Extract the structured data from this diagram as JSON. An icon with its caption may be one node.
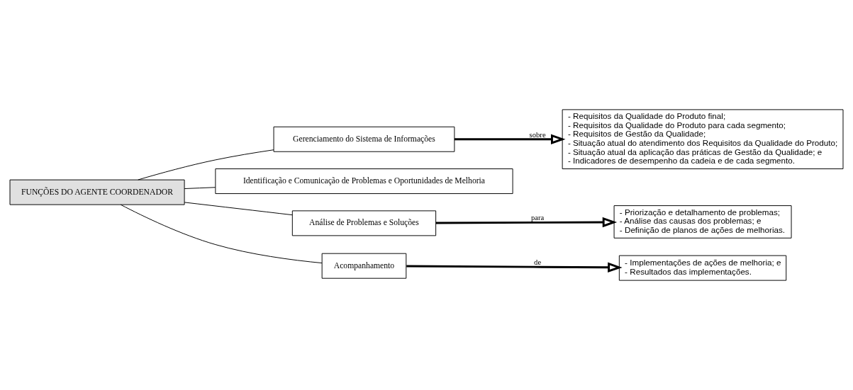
{
  "diagram": {
    "nodes": [
      {
        "text": [
          "FUNÇÕES DO AGENTE COORDENADOR"
        ]
      },
      {
        "text": [
          "Gerenciamento do Sistema de Informações"
        ]
      },
      {
        "text": [
          "- Requisitos da Qualidade do Produto final;",
          "- Requisitos da Qualidade do Produto para cada segmento;",
          "- Requisitos de Gestão da Qualidade;",
          "- Situação atual do atendimento dos Requisitos da Qualidade do Produto;",
          "- Situação atual da aplicação das práticas de Gestão da Qualidade; e",
          "- Indicadores de desempenho da cadeia e de cada segmento."
        ]
      },
      {
        "text": [
          "Identificação e Comunicação de Problemas e Oportunidades de Melhoria"
        ]
      },
      {
        "text": [
          "Análise de Problemas e Soluções"
        ]
      },
      {
        "text": [
          "- Priorização e detalhamento de problemas;",
          "- Análise das causas dos problemas; e",
          "- Definição de planos de ações de melhorias."
        ]
      },
      {
        "text": [
          "Acompanhamento"
        ]
      },
      {
        "text": [
          "- Implementações de ações de melhoria; e",
          "- Resultados das implementações."
        ]
      }
    ],
    "edges": [
      {
        "from": 0,
        "to": 1,
        "arrow": "none"
      },
      {
        "from": 0,
        "to": 3,
        "arrow": "none"
      },
      {
        "from": 0,
        "to": 4,
        "arrow": "none"
      },
      {
        "from": 0,
        "to": 6,
        "arrow": "none"
      },
      {
        "from": 1,
        "to": 2,
        "arrow": "to",
        "label": "sobre",
        "style": "thick"
      },
      {
        "from": 4,
        "to": 5,
        "arrow": "to",
        "label": "para",
        "style": "thick"
      },
      {
        "from": 6,
        "to": 7,
        "arrow": "to",
        "label": "de",
        "style": "thick"
      }
    ]
  }
}
